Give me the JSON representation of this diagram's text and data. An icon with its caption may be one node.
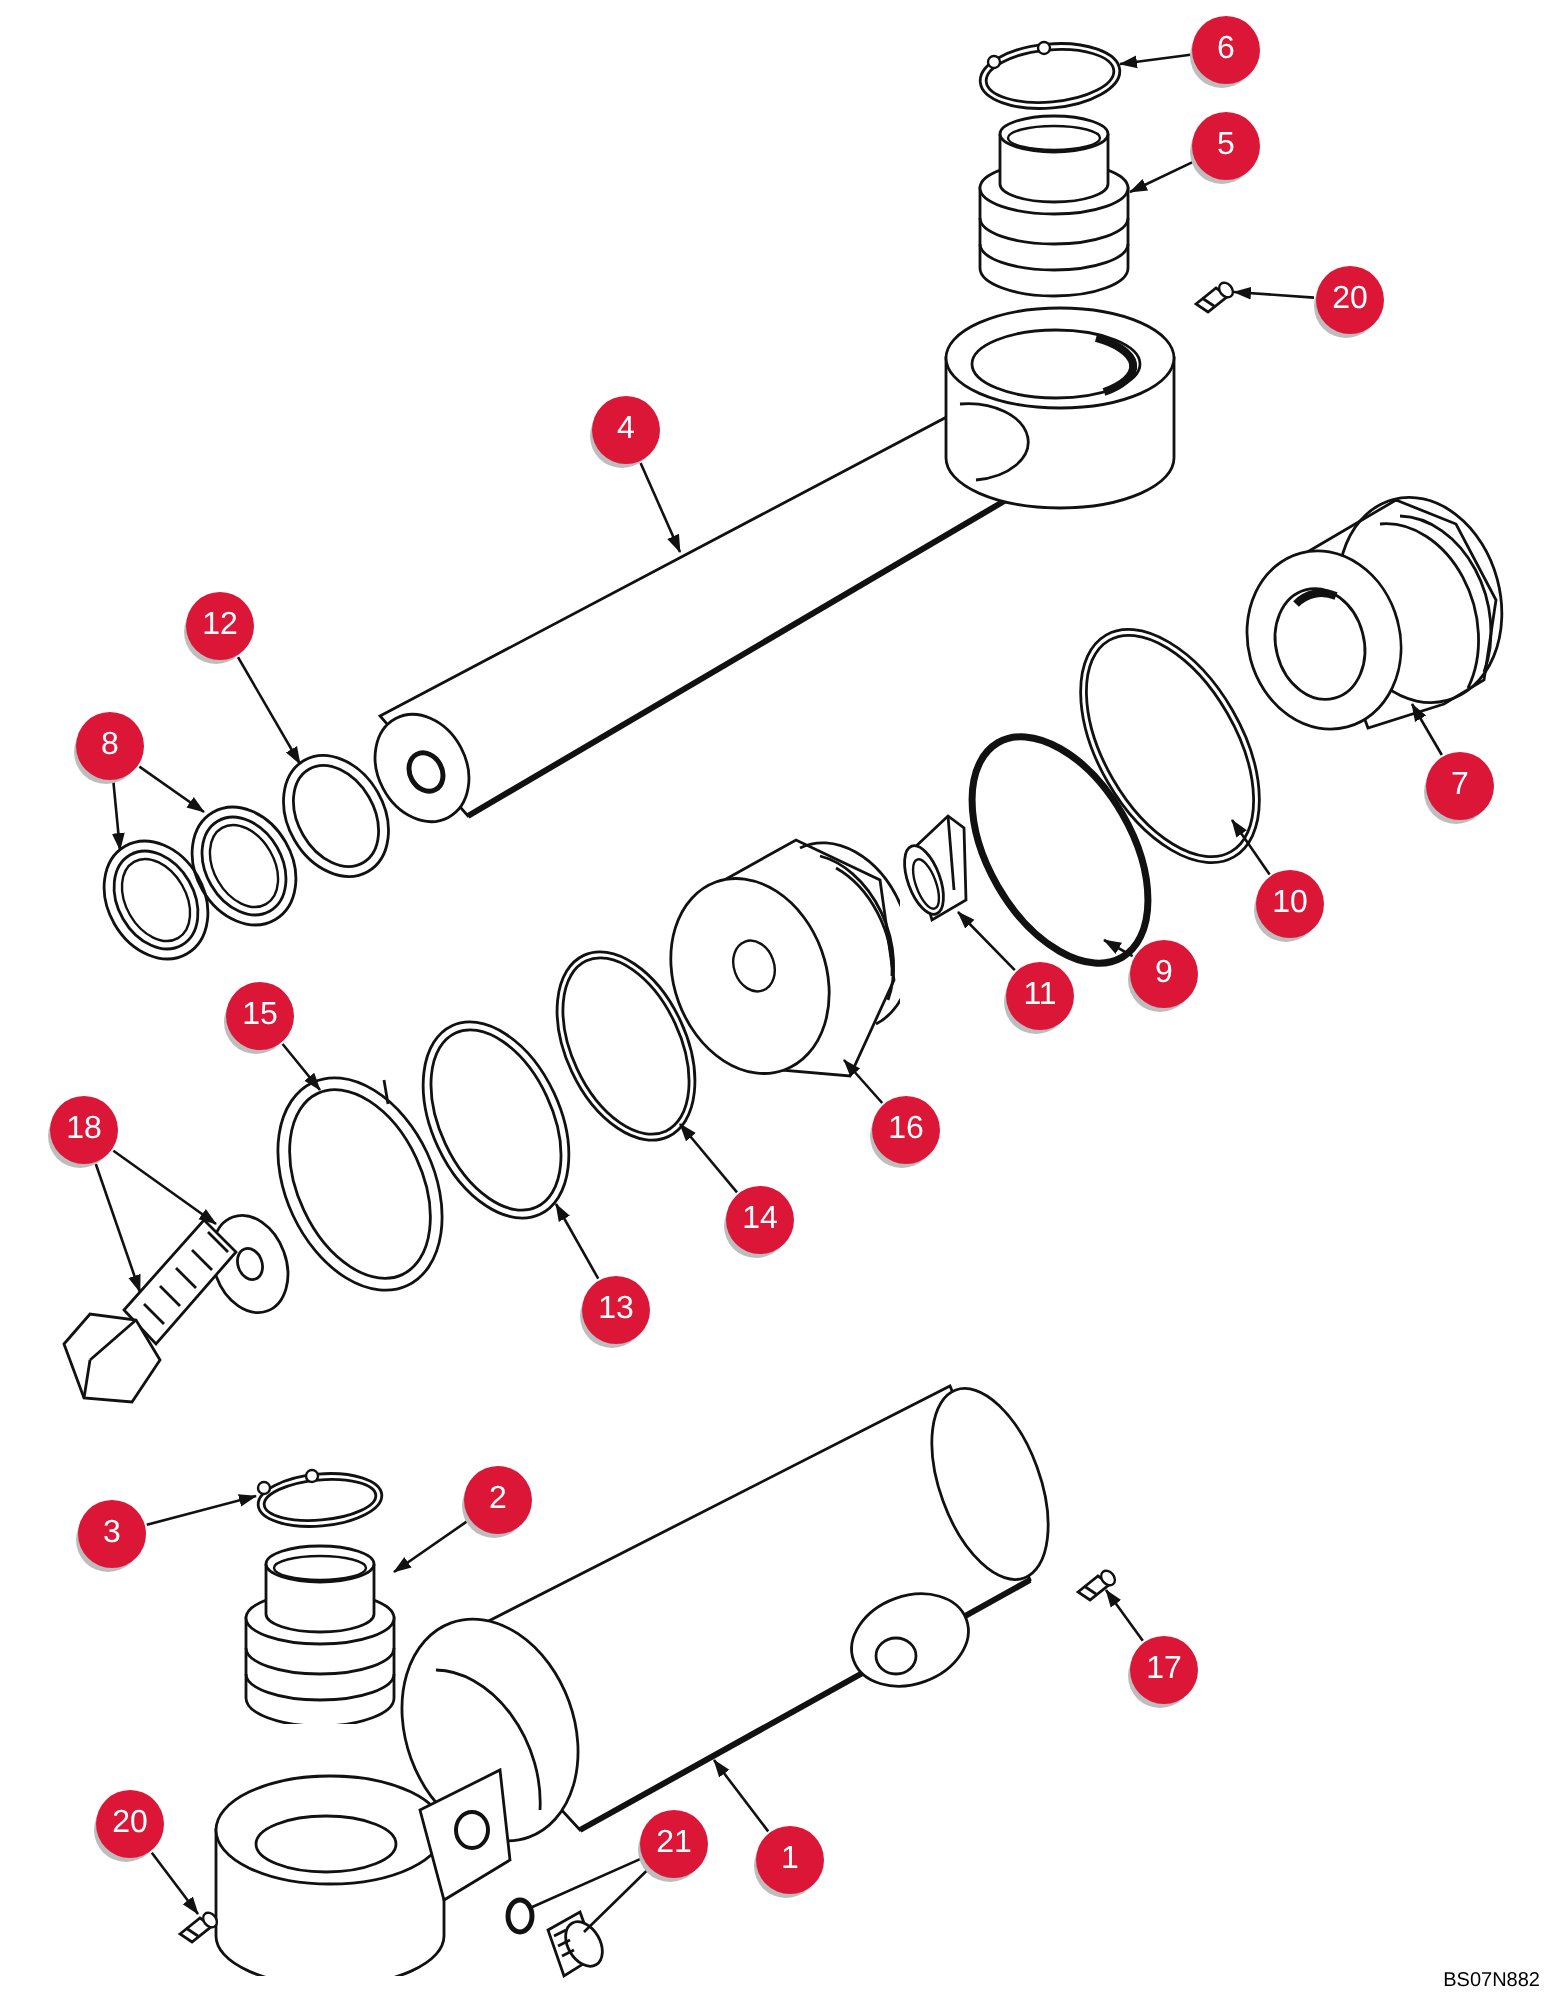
{
  "diagram": {
    "nodes": [
      {
        "text": [
          "6"
        ]
      },
      {
        "text": [
          "5"
        ]
      },
      {
        "text": [
          "20"
        ]
      },
      {
        "text": [
          "4"
        ]
      },
      {
        "text": [
          "12"
        ]
      },
      {
        "text": [
          "8"
        ]
      },
      {
        "text": [
          "7"
        ]
      },
      {
        "text": [
          "10"
        ]
      },
      {
        "text": [
          "9"
        ]
      },
      {
        "text": [
          "11"
        ]
      },
      {
        "text": [
          "15"
        ]
      },
      {
        "text": [
          "18"
        ]
      },
      {
        "text": [
          "16"
        ]
      },
      {
        "text": [
          "14"
        ]
      },
      {
        "text": [
          "13"
        ]
      },
      {
        "text": [
          "2"
        ]
      },
      {
        "text": [
          "3"
        ]
      },
      {
        "text": [
          "17"
        ]
      },
      {
        "text": [
          "20"
        ]
      },
      {
        "text": [
          "21"
        ]
      },
      {
        "text": [
          "1"
        ]
      },
      {
        "text": [],
        "shape": "picture"
      },
      {
        "text": [],
        "shape": "picture"
      },
      {
        "text": [],
        "shape": "picture"
      },
      {
        "text": [],
        "shape": "picture"
      },
      {
        "text": [],
        "shape": "picture"
      },
      {
        "text": [],
        "shape": "picture"
      },
      {
        "text": [],
        "shape": "picture"
      },
      {
        "text": [],
        "shape": "picture"
      },
      {
        "text": [],
        "shape": "picture"
      },
      {
        "text": [],
        "shape": "picture"
      },
      {
        "text": [],
        "shape": "picture"
      },
      {
        "text": [],
        "shape": "picture"
      },
      {
        "text": [],
        "shape": "picture"
      },
      {
        "text": [],
        "shape": "picture"
      },
      {
        "text": [],
        "shape": "picture"
      },
      {
        "text": [],
        "shape": "picture"
      },
      {
        "text": [],
        "shape": "picture"
      },
      {
        "text": [],
        "shape": "picture"
      },
      {
        "text": [],
        "shape": "picture"
      },
      {
        "text": [],
        "shape": "picture"
      },
      {
        "text": [],
        "shape": "picture"
      },
      {
        "text": [],
        "shape": "picture"
      },
      {
        "text": [],
        "shape": "circle"
      },
      {
        "text": [],
        "shape": "picture"
      }
    ],
    "edges": [
      {
        "from": 0,
        "to": 21,
        "arrow": "to"
      },
      {
        "from": 1,
        "to": 22,
        "arrow": "to"
      },
      {
        "from": 2,
        "to": 23,
        "arrow": "to"
      },
      {
        "from": 3,
        "to": 24,
        "arrow": "to"
      },
      {
        "from": 4,
        "to": 33,
        "arrow": "to"
      },
      {
        "from": 5,
        "to": 34,
        "arrow": "to"
      },
      {
        "from": 5,
        "to": 35,
        "arrow": "to"
      },
      {
        "from": 6,
        "to": 25,
        "arrow": "to"
      },
      {
        "from": 7,
        "to": 26,
        "arrow": "to"
      },
      {
        "from": 8,
        "to": 27,
        "arrow": "to"
      },
      {
        "from": 9,
        "to": 28,
        "arrow": "to"
      },
      {
        "from": 10,
        "to": 32,
        "arrow": "to"
      },
      {
        "from": 11,
        "to": 36,
        "arrow": "to"
      },
      {
        "from": 11,
        "to": 37,
        "arrow": "to"
      },
      {
        "from": 12,
        "to": 29,
        "arrow": "to"
      },
      {
        "from": 13,
        "to": 30,
        "arrow": "to"
      },
      {
        "from": 14,
        "to": 31,
        "arrow": "to"
      },
      {
        "from": 15,
        "to": 39,
        "arrow": "to"
      },
      {
        "from": 16,
        "to": 38,
        "arrow": "to"
      },
      {
        "from": 17,
        "to": 41,
        "arrow": "to"
      },
      {
        "from": 18,
        "to": 42,
        "arrow": "to"
      },
      {
        "from": 19,
        "to": 43,
        "arrow": "none"
      },
      {
        "from": 19,
        "to": 44,
        "arrow": "none"
      },
      {
        "from": 20,
        "to": 40,
        "arrow": "to"
      }
    ],
    "labels": [
      "BS07N882"
    ]
  }
}
